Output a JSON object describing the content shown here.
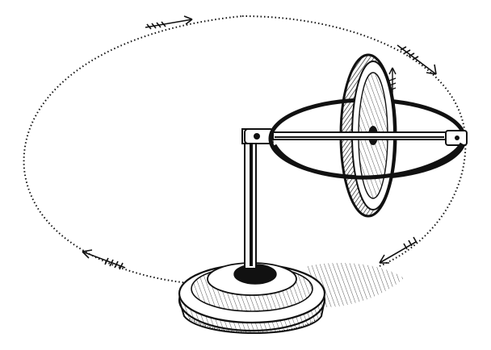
{
  "illustration": {
    "subject": "gyroscope",
    "style": "black ink engraving on white",
    "colors": {
      "ink": "#111111",
      "paper": "#ffffff"
    },
    "parts": [
      "precession-path",
      "spinning-rotor",
      "gimbal-ring",
      "axle",
      "pivot-bracket",
      "stand-rod",
      "pedestal-base"
    ]
  }
}
